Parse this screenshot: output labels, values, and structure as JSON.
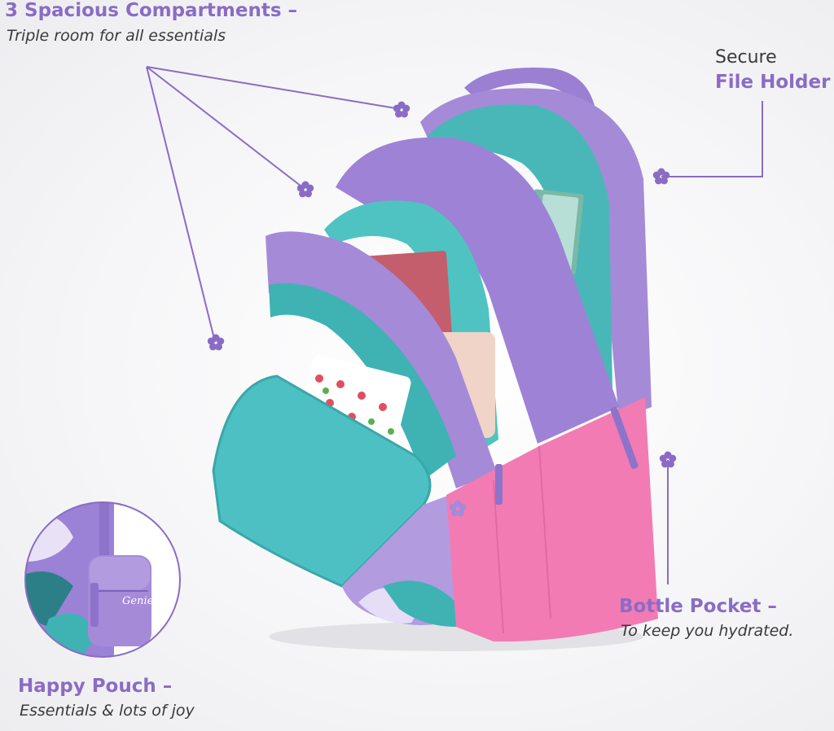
{
  "colors": {
    "accent": "#8a6cc4",
    "bag_lavender": "#a58ad8",
    "bag_pink": "#f27bb4",
    "bag_teal": "#4cc0c2",
    "text_dark": "#3a3a3a"
  },
  "callouts": {
    "compartments": {
      "title": "3 Spacious Compartments –",
      "subtitle": "Triple room for all essentials"
    },
    "file_holder": {
      "prefix": "Secure",
      "title": "File Holder"
    },
    "bottle_pocket": {
      "title": "Bottle Pocket –",
      "subtitle": "To keep you hydrated."
    },
    "happy_pouch": {
      "title": "Happy Pouch –",
      "subtitle": "Essentials & lots of joy"
    }
  },
  "marker_icon": "flower-icon",
  "pouch_logo_text": "Genie"
}
